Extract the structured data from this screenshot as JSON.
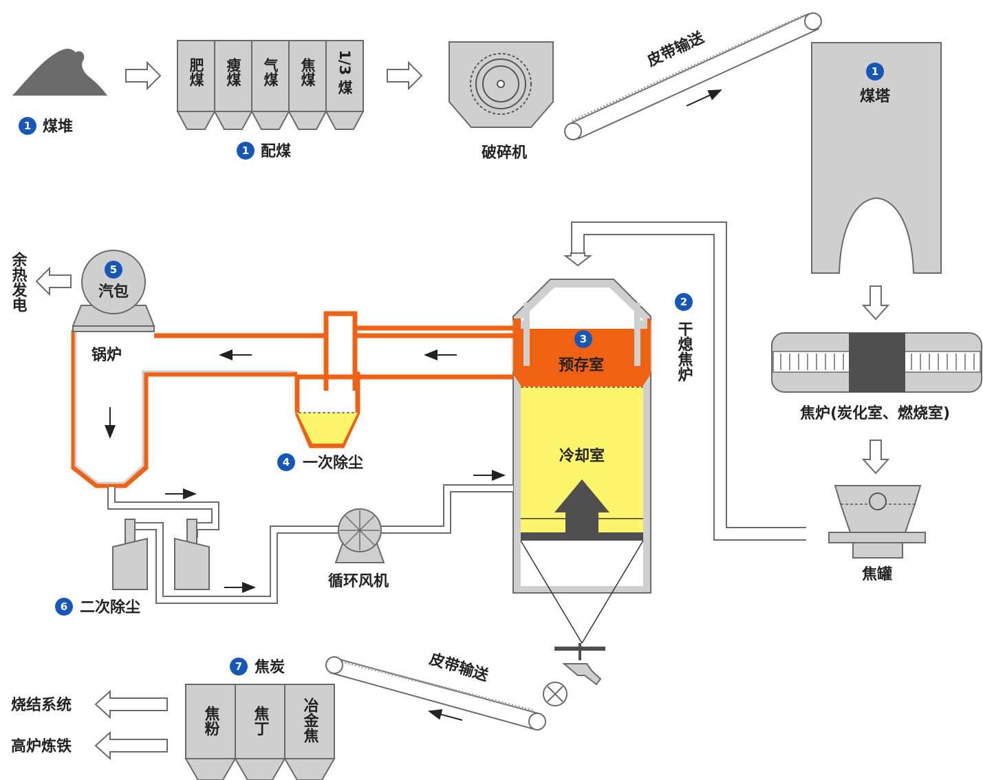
{
  "colors": {
    "gray_fill": "#cfcfcf",
    "gray_stroke": "#6a6a6a",
    "orange": "#ef6214",
    "yellow": "#fdf56b",
    "badge": "#1757b8",
    "dark": "#4f4f4f"
  },
  "labels": {
    "coal_pile": "煤堆",
    "coal_blend": "配煤",
    "crusher": "破碎机",
    "belt_top": "皮带输送",
    "coal_tower": "煤塔",
    "coke_oven": "焦炉(炭化室、燃烧室)",
    "coke_tank": "焦罐",
    "dry_quench_oven": "干熄焦炉",
    "prestore_room": "预存室",
    "cooling_room": "冷却室",
    "primary_dust": "一次除尘",
    "steam_drum": "汽包",
    "waste_heat_power": "余热发电",
    "boiler": "锅炉",
    "secondary_dust": "二次除尘",
    "circ_fan": "循环风机",
    "belt_bottom": "皮带输送",
    "coke": "焦炭",
    "sinter_system": "烧结系统",
    "blast_furnace": "高炉炼铁"
  },
  "badges": {
    "coal_pile": "1",
    "coal_blend": "1",
    "coal_tower": "1",
    "dry_quench": "2",
    "prestore": "3",
    "primary_dust": "4",
    "steam_drum": "5",
    "secondary_dust": "6",
    "coke": "7"
  },
  "blend_bins": [
    "肥煤",
    "瘦煤",
    "气煤",
    "焦煤",
    "1/3 煤"
  ],
  "coke_bins": [
    "焦粉",
    "焦丁",
    "冶金焦"
  ]
}
